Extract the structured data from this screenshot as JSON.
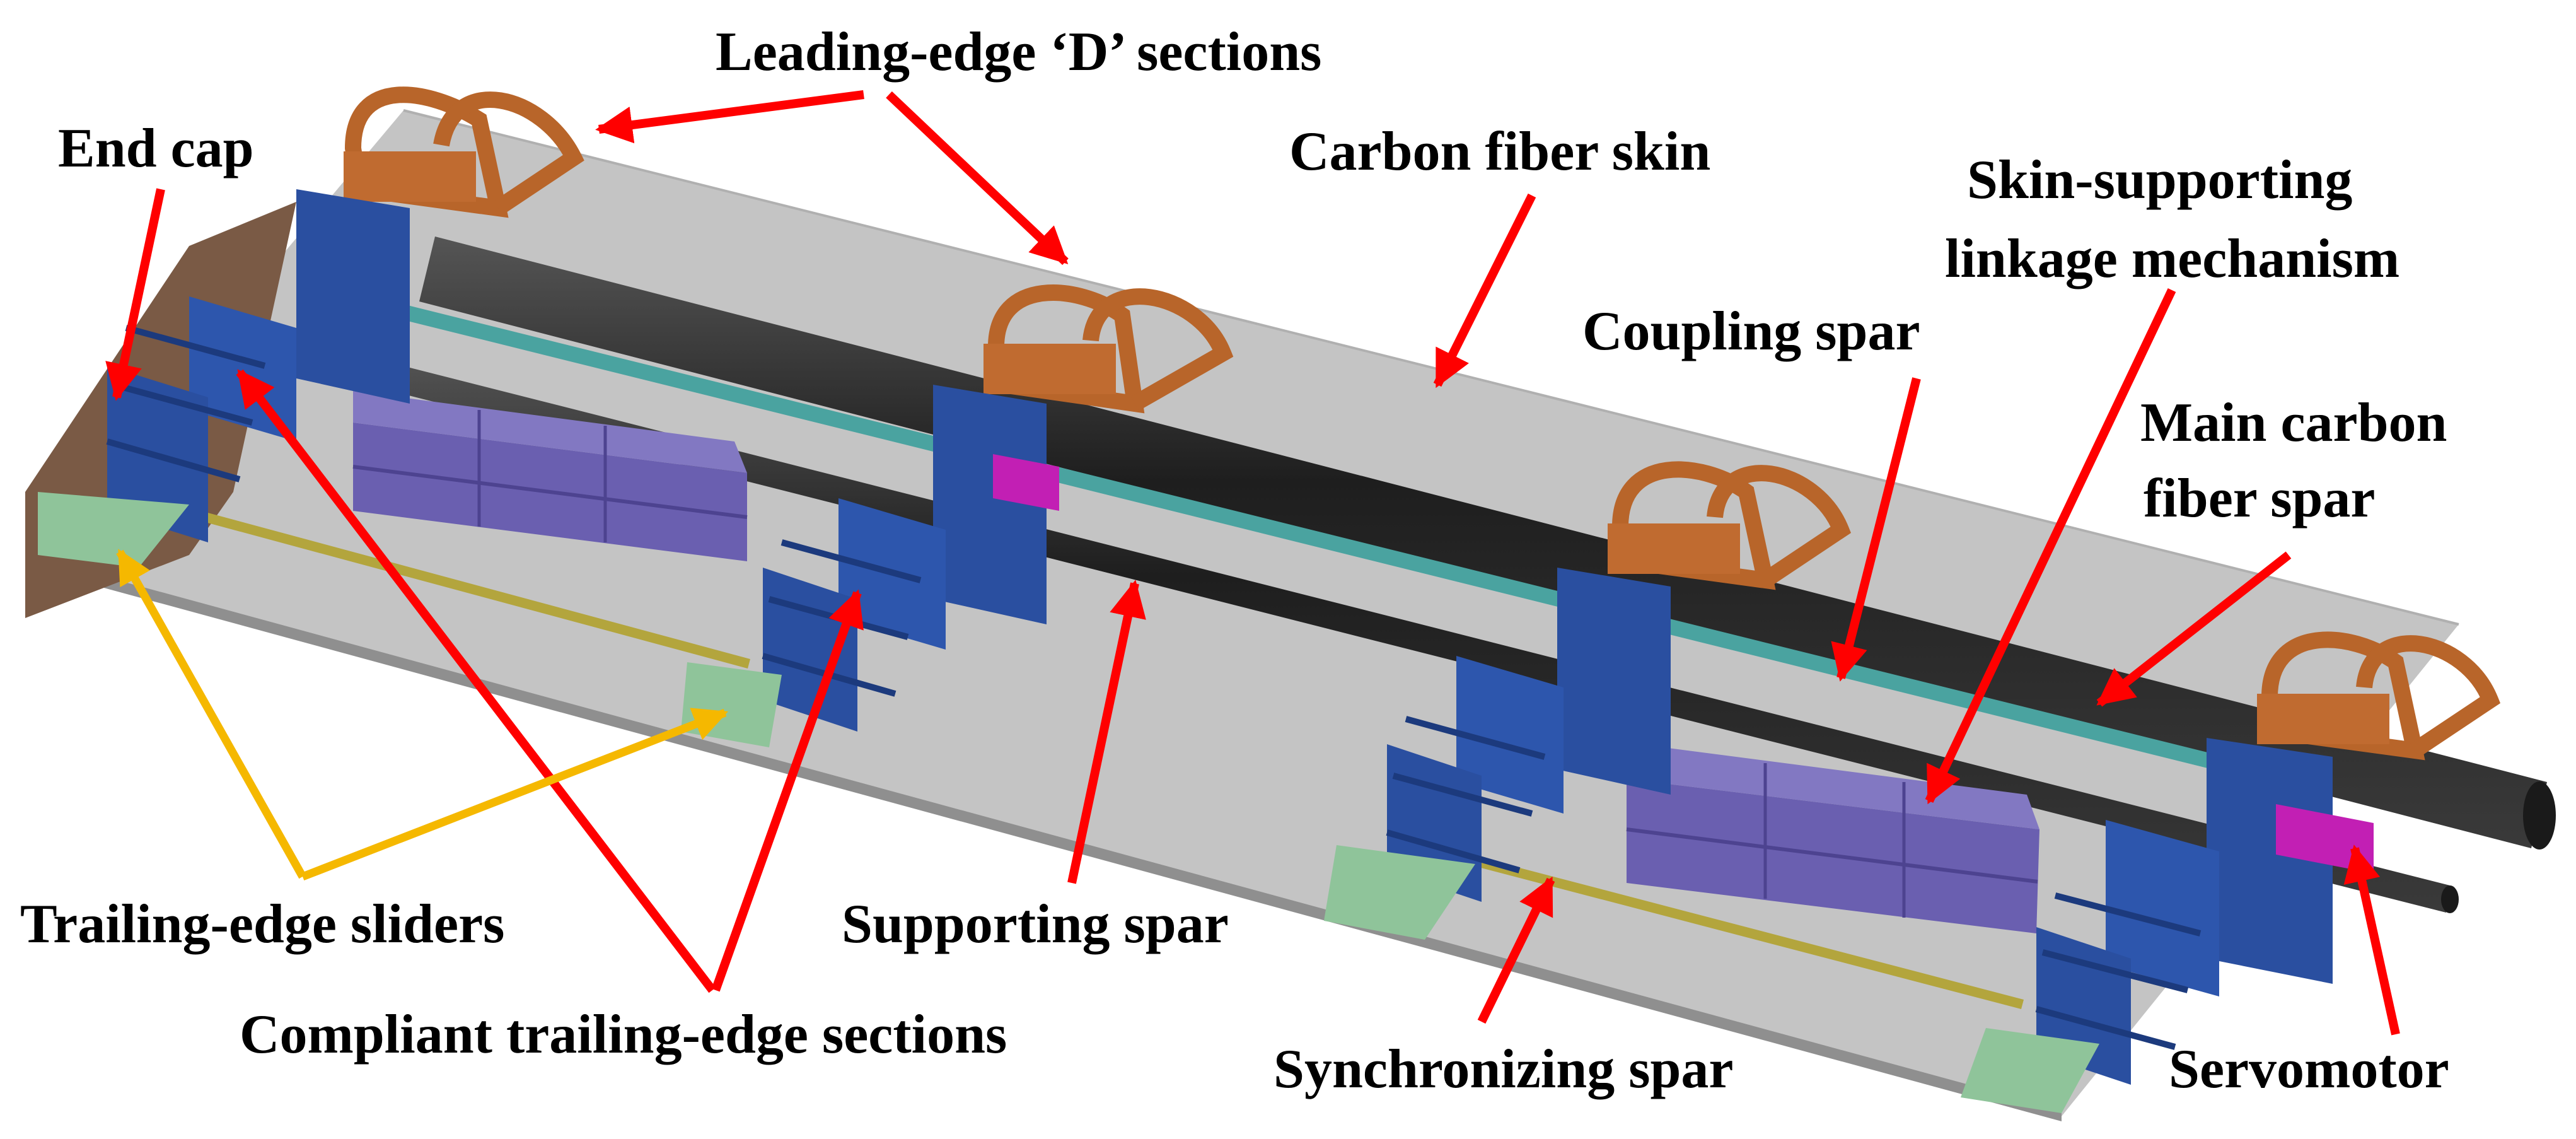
{
  "labels": {
    "leading_edge": "Leading-edge ‘D’ sections",
    "end_cap": "End cap",
    "carbon_skin": "Carbon fiber skin",
    "skin_linkage_1": "Skin-supporting",
    "skin_linkage_2": "linkage mechanism",
    "coupling_spar": "Coupling spar",
    "main_spar_1": "Main carbon",
    "main_spar_2": "fiber spar",
    "trailing_sliders": "Trailing-edge sliders",
    "supporting_spar": "Supporting spar",
    "compliant_sections": "Compliant trailing-edge sections",
    "synchronizing_spar": "Synchronizing spar",
    "servomotor": "Servomotor"
  },
  "colors": {
    "skin": "#c4c4c4",
    "skin_edge": "#8f8f8f",
    "rib_blue": "#2a4fa0",
    "d_section_orange": "#b8652a",
    "carbon_spar": "#2b2b2b",
    "coupling_spar": "#4aa3a0",
    "sync_spar": "#b3a53d",
    "linkage_purple": "#6a5fb0",
    "servo_magenta": "#c21fb4",
    "slider_green": "#8fc49a",
    "end_cap_brown": "#7a5a45",
    "arrow_red": "#ff0000",
    "arrow_yellow": "#f5b800"
  },
  "icons": {
    "arrowhead": "triangle"
  }
}
